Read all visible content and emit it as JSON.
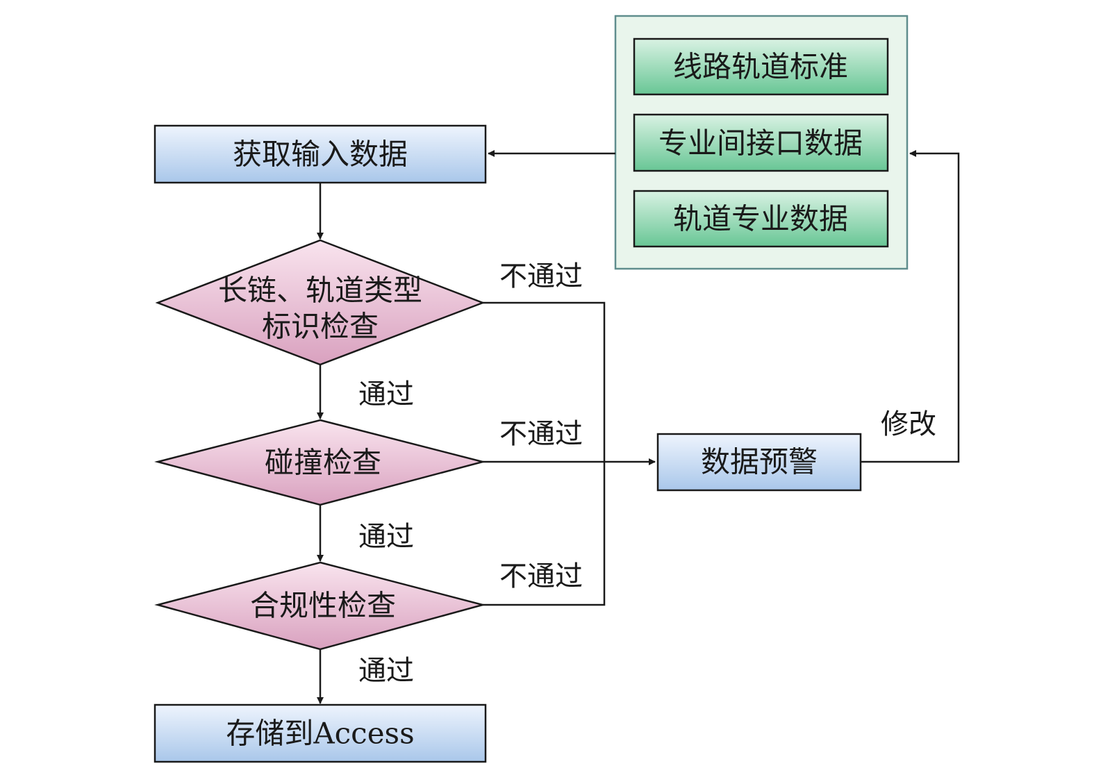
{
  "nodes": {
    "input": {
      "label": "获取输入数据"
    },
    "check1": {
      "line1": "长链、轨道类型",
      "line2": "标识检查"
    },
    "check2": {
      "label": "碰撞检查"
    },
    "check3": {
      "label": "合规性检查"
    },
    "store": {
      "label": "存储到Access"
    },
    "warning": {
      "label": "数据预警"
    },
    "sources": [
      {
        "label": "线路轨道标准"
      },
      {
        "label": "专业间接口数据"
      },
      {
        "label": "轨道专业数据"
      }
    ]
  },
  "edges": {
    "pass": "通过",
    "fail": "不通过",
    "modify": "修改"
  },
  "colors": {
    "blue_top": "#eef4fd",
    "blue_bottom": "#a9c7ea",
    "pink_top": "#f9e4ee",
    "pink_bottom": "#d9a1bf",
    "green_top": "#d9f2e3",
    "green_bottom": "#68c695",
    "panel_fill": "#e9f5ec",
    "panel_border": "#5f8d8d"
  }
}
